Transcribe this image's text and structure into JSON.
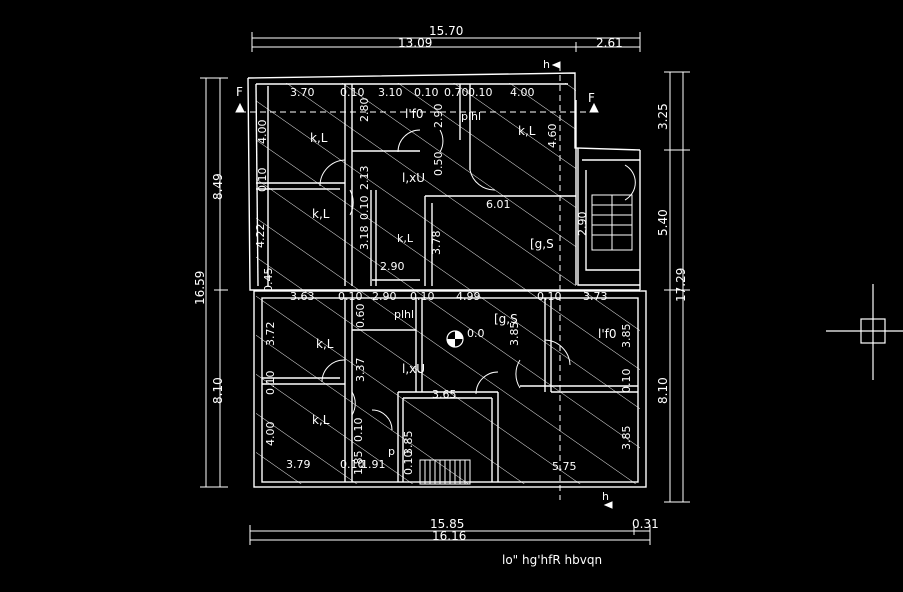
{
  "colors": {
    "background": "#000000",
    "lines": "#ffffff"
  },
  "top_dims": {
    "overall": "15.70",
    "left": "13.09",
    "right": "2.61"
  },
  "bottom_dims": {
    "inner": "15.85",
    "extra": "0.31",
    "overall": "16.16"
  },
  "left_dims": {
    "total": "16.59",
    "upper": "8.49",
    "lower": "8.10"
  },
  "right_dims": {
    "total": "17.29",
    "top": "3.25",
    "middle": "5.40",
    "lower": "8.10"
  },
  "section_marks": {
    "left_f": "F",
    "right_f": "F",
    "top_h": "h",
    "bottom_h": "h"
  },
  "caption": "lo\" hg'hfR hbvqn",
  "level_label": "0.0",
  "room_labels": {
    "r1": "k,L",
    "r2": "l'f0",
    "r3": "plhl",
    "r4": "k,L",
    "r5": "l,xU",
    "r6": "k,L",
    "r7": "k,L",
    "r8": "[g,S",
    "r9": "plhl",
    "r10": "[g,S",
    "r11": "k,L",
    "r12": "l'f0",
    "r13": "l,xU",
    "r14": "k,L",
    "r15": "p"
  },
  "room_dims": {
    "d1": "3.70",
    "d2": "0.10",
    "d3": "3.10",
    "d4": "0.10",
    "d5": "0.70",
    "d6": "0.10",
    "d7": "4.00",
    "d8": "4.00",
    "d9": "2.80",
    "d10": "2.90",
    "d11": "4.60",
    "d12": "0.10",
    "d13": "2.13",
    "d14": "0.50",
    "d15": "0.10",
    "d16": "6.01",
    "d17": "4.22",
    "d18": "3.18",
    "d19": "3.78",
    "d20": "2.90",
    "d21": "2.90",
    "d22": "0.45",
    "d23": "3.63",
    "d24": "0.10",
    "d25": "2.90",
    "d26": "0.10",
    "d27": "4.99",
    "d28": "0.10",
    "d29": "3.73",
    "d30": "3.72",
    "d31": "0.60",
    "d32": "3.85",
    "d33": "3.85",
    "d34": "3.37",
    "d35": "0.10",
    "d36": "0.10",
    "d37": "3.65",
    "d38": "4.00",
    "d39": "0.10",
    "d40": "3.85",
    "d41": "1.85",
    "d42": "3.79",
    "d43": "0.10",
    "d44": "1.91",
    "d45": "5.75",
    "d46": "3.85",
    "d47": "0.10"
  }
}
